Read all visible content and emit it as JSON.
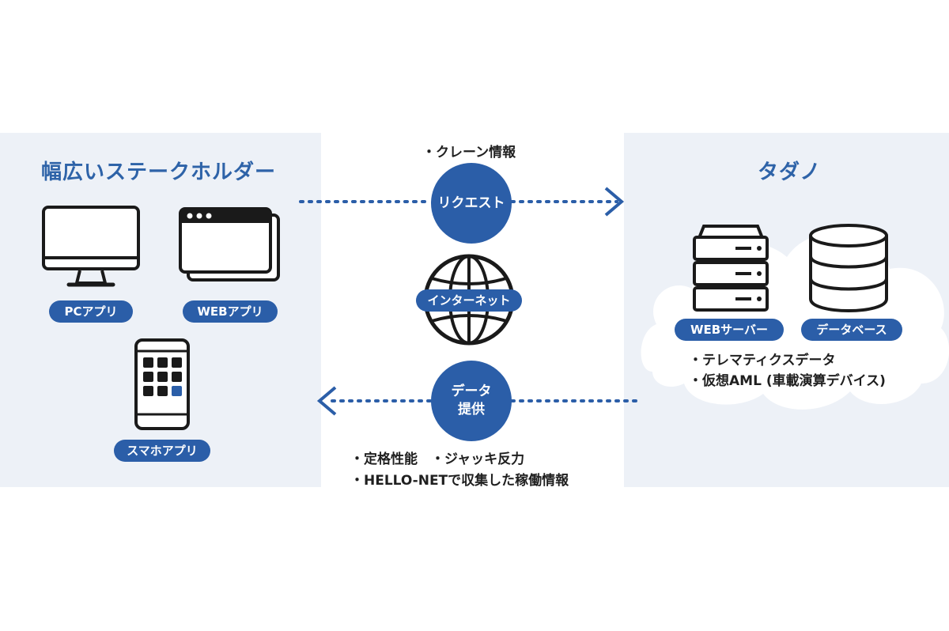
{
  "left_panel": {
    "title": "幅広いステークホルダー",
    "items": [
      "PCアプリ",
      "WEBアプリ",
      "スマホアプリ"
    ]
  },
  "right_panel": {
    "title": "タダノ",
    "items": [
      "WEBサーバー",
      "データベース"
    ],
    "notes": [
      "・テレマティクスデータ",
      "・仮想AML (車載演算デバイス)"
    ]
  },
  "center": {
    "top_note": "・クレーン情報",
    "request_label": "リクエスト",
    "internet_label": "インターネット",
    "data_line1": "データ",
    "data_line2": "提供",
    "bottom_notes": [
      "・定格性能　・ジャッキ反力",
      "・HELLO-NETで収集した稼働情報"
    ]
  },
  "icons": [
    "monitor-icon",
    "browser-window-icon",
    "smartphone-icon",
    "globe-icon",
    "server-rack-icon",
    "database-icon",
    "cloud-icon",
    "arrow-right-icon",
    "arrow-left-icon"
  ],
  "colors": {
    "accent": "#2b5ea8",
    "panel_bg": "#edf1f7",
    "title": "#2e63a8"
  }
}
